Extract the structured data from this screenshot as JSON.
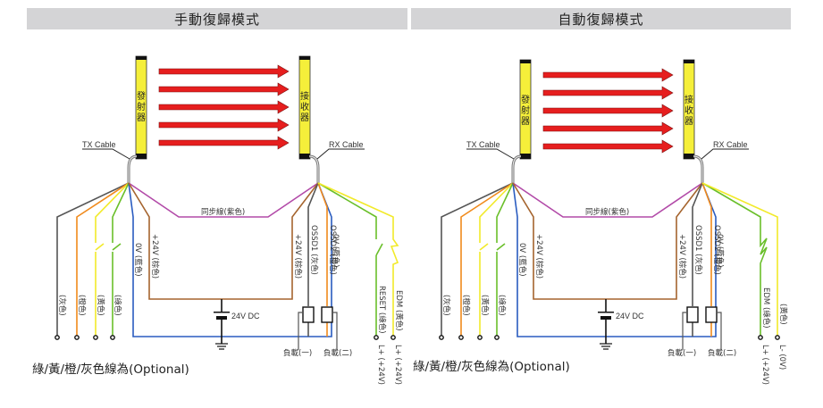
{
  "panels": {
    "left": {
      "title": "手動復歸模式",
      "emitter_label": "發射器",
      "receiver_label": "接收器",
      "tx_cable": "TX Cable",
      "rx_cable": "RX Cable",
      "sync_wire": "同步線(紫色)",
      "tx_wires": [
        "(灰色)",
        "(橙色)",
        "(黃色)",
        "(綠色)",
        "0V (藍色)",
        "+24V (棕色)"
      ],
      "rx_wires": [
        "+24V (棕色)",
        "OSSD1 (灰色)",
        "OSSD2 (橙色)",
        "0V (藍色)",
        "RESET (綠色)",
        "EDM (黃色)"
      ],
      "power": "24V DC",
      "load1": "負載(一)",
      "load2": "負載(二)",
      "term1": "L+ (+24V)",
      "term2": "L+ (+24V)",
      "note": "綠/黃/橙/灰色線為(Optional)"
    },
    "right": {
      "title": "自動復歸模式",
      "emitter_label": "發射器",
      "receiver_label": "接收器",
      "tx_cable": "TX Cable",
      "rx_cable": "RX Cable",
      "sync_wire": "同步線(紫色)",
      "tx_wires": [
        "(灰色)",
        "(橙色)",
        "(黃色)",
        "(綠色)",
        "0V (藍色)",
        "+24V (棕色)"
      ],
      "rx_wires": [
        "+24V (棕色)",
        "OSSD1 (灰色)",
        "OSSD2 (橙色)",
        "0V (藍色)",
        "EDM (綠色)",
        "(黃色)"
      ],
      "power": "24V DC",
      "load1": "負載(一)",
      "load2": "負載(二)",
      "term1": "L+ (+24V)",
      "term2": "L- (0V)",
      "note": "綠/黃/橙/灰色線為(Optional)"
    }
  },
  "colors": {
    "gray": "#555555",
    "orange": "#f08a1c",
    "yellow": "#f2ea2a",
    "green": "#6abf2a",
    "blue": "#2a5cc0",
    "brown": "#a5642e",
    "purple": "#b24aa8",
    "beam": "#e61e1e",
    "sensor": "#f5ef3a"
  }
}
